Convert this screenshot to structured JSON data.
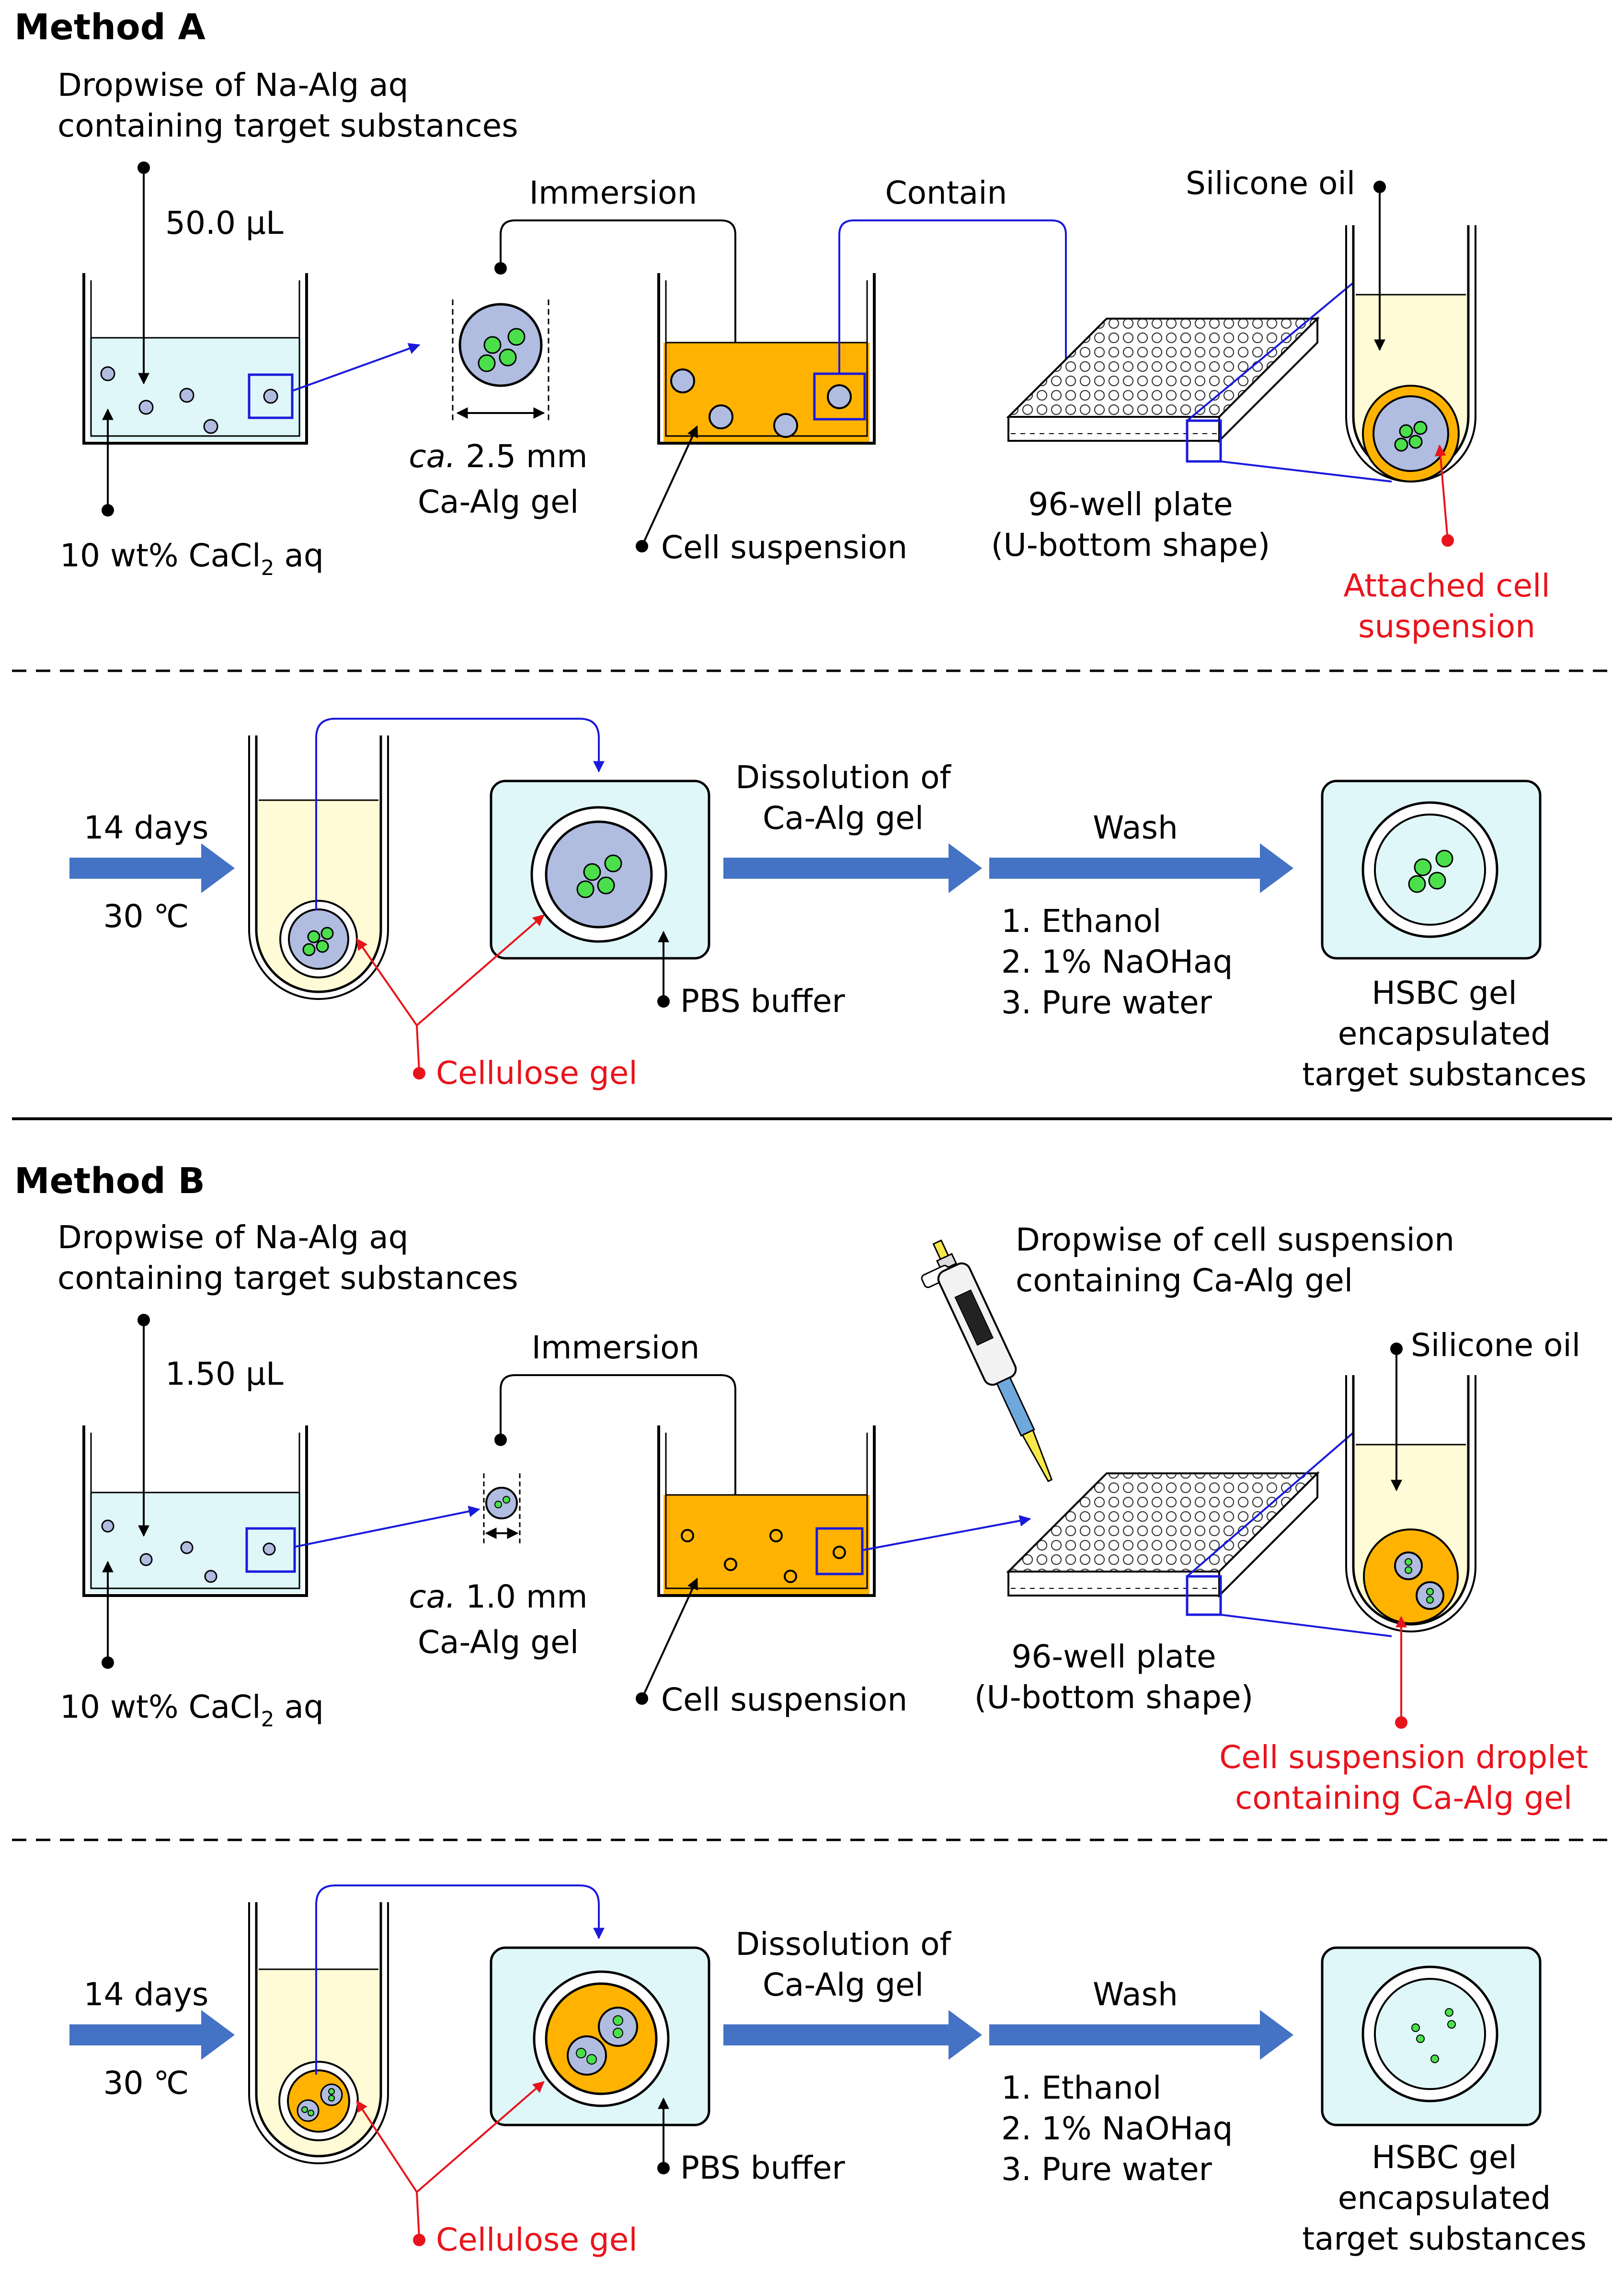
{
  "methodA": {
    "title": "Method A",
    "dropwise_line1": "Dropwise of Na-Alg aq",
    "dropwise_line2": "containing target substances",
    "volume": "50.0 μL",
    "cacl2_prefix": "10 wt% CaCl",
    "cacl2_sub": "2",
    "cacl2_suffix": " aq",
    "immersion": "Immersion",
    "contain": "Contain",
    "silicone_oil": "Silicone oil",
    "size_ca": "ca.",
    "size_value": " 2.5 mm",
    "gel_name": "Ca-Alg gel",
    "cell_suspension": "Cell suspension",
    "plate_line1": "96-well plate",
    "plate_line2": "(U-bottom shape)",
    "attached_line1": "Attached cell",
    "attached_line2": "suspension"
  },
  "methodA_stage2": {
    "days": "14 days",
    "temp": "30 ℃",
    "dissolution_line1": "Dissolution of",
    "dissolution_line2": "Ca-Alg gel",
    "wash": "Wash",
    "step1": "1.  Ethanol",
    "step2": "2.  1% NaOHaq",
    "step3": "3.  Pure water",
    "pbs": "PBS buffer",
    "cellulose_gel": "Cellulose gel",
    "hsbc_line1": "HSBC gel",
    "hsbc_line2": "encapsulated",
    "hsbc_line3": "target substances"
  },
  "methodB": {
    "title": "Method B",
    "dropwise_line1": "Dropwise of Na-Alg aq",
    "dropwise_line2": "containing target substances",
    "volume": "1.50 μL",
    "cacl2_prefix": "10 wt% CaCl",
    "cacl2_sub": "2",
    "cacl2_suffix": " aq",
    "immersion": "Immersion",
    "size_ca": "ca.",
    "size_value": " 1.0 mm",
    "gel_name": "Ca-Alg gel",
    "cell_suspension": "Cell suspension",
    "pipette_line1": "Dropwise of cell suspension",
    "pipette_line2": "containing Ca-Alg gel",
    "silicone_oil": "Silicone oil",
    "plate_line1": "96-well plate",
    "plate_line2": "(U-bottom shape)",
    "droplet_line1": "Cell suspension droplet",
    "droplet_line2": "containing Ca-Alg gel"
  },
  "methodB_stage2": {
    "days": "14 days",
    "temp": "30 ℃",
    "dissolution_line1": "Dissolution of",
    "dissolution_line2": "Ca-Alg gel",
    "wash": "Wash",
    "step1": "1.  Ethanol",
    "step2": "2.  1% NaOHaq",
    "step3": "3.  Pure water",
    "pbs": "PBS buffer",
    "cellulose_gel": "Cellulose gel",
    "hsbc_line1": "HSBC gel",
    "hsbc_line2": "encapsulated",
    "hsbc_line3": "target substances"
  },
  "colors": {
    "cacl2_liquid": "#e0f7fa",
    "cell_suspension": "#ffb300",
    "silicone_oil": "#fffbd6",
    "gel_bead": "#b0bce0",
    "substance": "#4cdf4c",
    "flow_arrow": "#4472c4",
    "blue_line": "#1a1adc",
    "red_label": "#e8141c"
  },
  "icons": {
    "beaker": "beaker-icon",
    "well_plate": "well-plate-icon",
    "u_tube": "u-bottom-tube-icon",
    "pipette": "pipette-icon",
    "pbs_box": "pbs-buffer-box-icon",
    "hsbc": "hsbc-gel-icon"
  }
}
